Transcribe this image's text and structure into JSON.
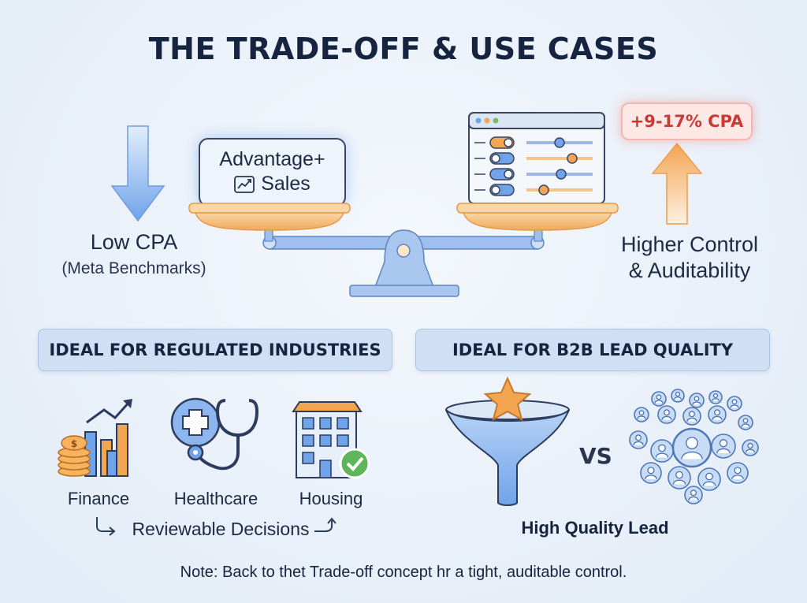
{
  "title": "THE TRADE-OFF & USE CASES",
  "left_side": {
    "box_line1": "Advantage+",
    "box_line2": "Sales",
    "label": "Low CPA",
    "sublabel": "(Meta Benchmarks)"
  },
  "right_side": {
    "badge": "+9-17% CPA",
    "label_line1": "Higher Control",
    "label_line2": "& Auditability"
  },
  "regulated": {
    "heading": "IDEAL FOR REGULATED INDUSTRIES",
    "industries": [
      "Finance",
      "Healthcare",
      "Housing"
    ],
    "footer": "Reviewable Decisions"
  },
  "b2b": {
    "heading": "IDEAL FOR B2B LEAD QUALITY",
    "vs": "VS",
    "caption": "High Quality Lead"
  },
  "note": "Note: Back to thet Trade-off concept hr a tight, auditable control.",
  "colors": {
    "blue": "#6fa3ea",
    "orange": "#f3a552",
    "badge_red": "#c93b32",
    "banner": "#cfe0f5"
  }
}
